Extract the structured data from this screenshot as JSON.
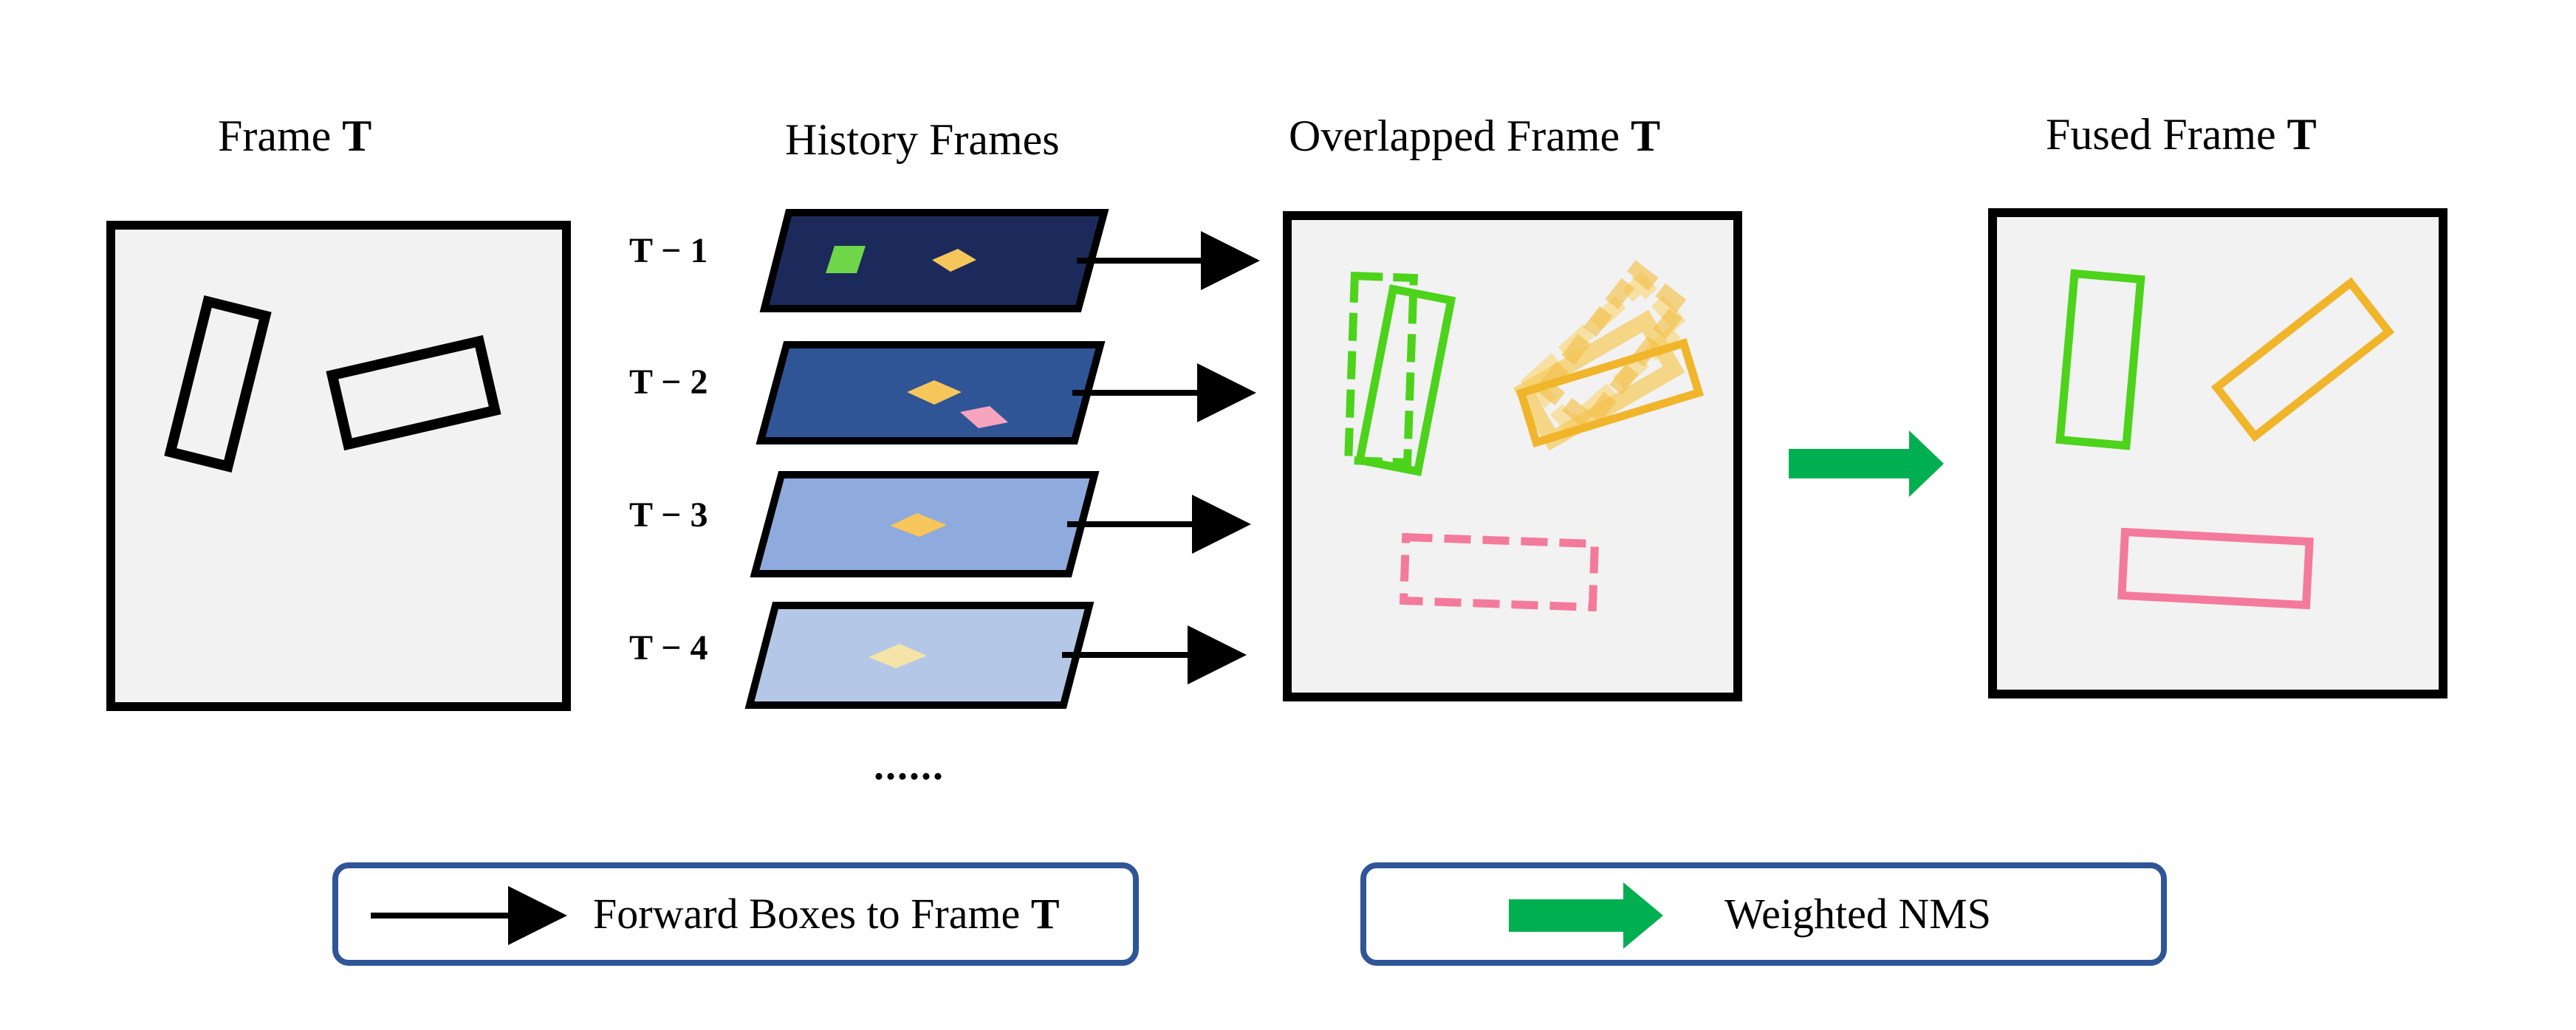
{
  "titles": {
    "frame_t": "Frame ",
    "frame_t_bold": "T",
    "history": "History Frames",
    "overlapped": "Overlapped Frame ",
    "overlapped_bold": "T",
    "fused": "Fused Frame ",
    "fused_bold": "T"
  },
  "history_frames": [
    {
      "label": "T − 1",
      "fill": "#1c2a5b"
    },
    {
      "label": "T − 2",
      "fill": "#2f5597"
    },
    {
      "label": "T − 3",
      "fill": "#8faadc"
    },
    {
      "label": "T − 4",
      "fill": "#b4c7e7"
    }
  ],
  "ellipsis": "......",
  "legend": {
    "forward_text": "Forward Boxes to Frame ",
    "forward_bold": "T",
    "nms_text": "Weighted NMS"
  },
  "colors": {
    "panel_fill": "#f2f2f2",
    "green_box": "#4cd31a",
    "yellow_box": "#f0b52a",
    "pink_box": "#f47a9c",
    "nms_arrow": "#00b050",
    "legend_border": "#2f5597"
  }
}
